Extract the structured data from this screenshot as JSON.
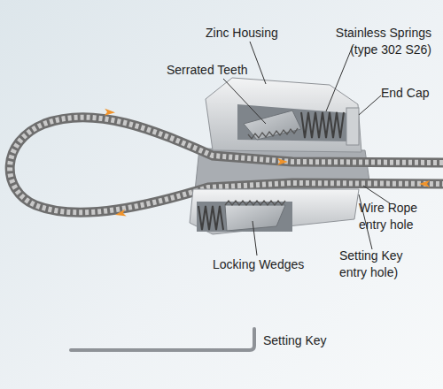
{
  "diagram": {
    "labels": [
      "Zinc Housing",
      "Stainless Springs (type 302 S26)",
      "Serrated Teeth",
      "End Cap",
      "Wire Rope entry hole",
      "Locking Wedges",
      "Setting Key entry hole)",
      "Setting Key"
    ]
  }
}
